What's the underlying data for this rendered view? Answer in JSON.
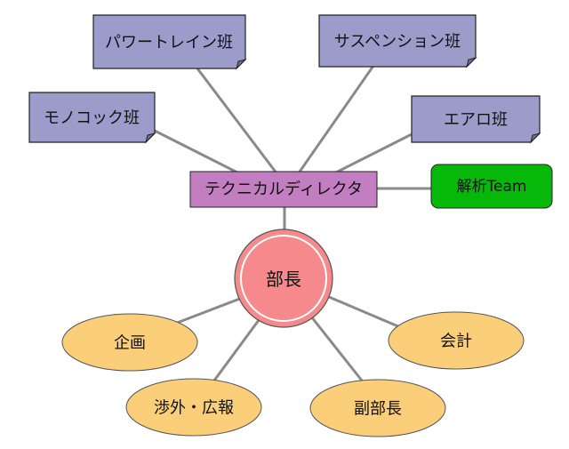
{
  "nodes": {
    "powertrain": "パワートレイン班",
    "suspension": "サスペンション班",
    "monocoque": "モノコック班",
    "aero": "エアロ班",
    "technical_director": "テクニカルディレクタ",
    "analysis_team": "解析Team",
    "bucho": "部長",
    "kikaku": "企画",
    "kaikei": "会計",
    "shogai_koho": "渉外・広報",
    "fukubucho": "副部長"
  },
  "colors": {
    "section_fill": "#9c9ccb",
    "director_fill": "#c37dc1",
    "team_fill": "#06b80a",
    "leader_fill": "#f5898c",
    "role_fill": "#fbcf7a",
    "connector": "#8a8a8a"
  }
}
